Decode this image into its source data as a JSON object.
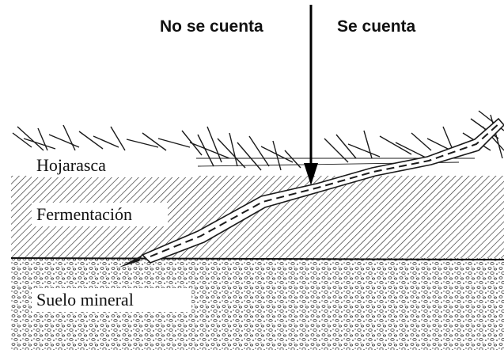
{
  "header": {
    "left_label": "No se cuenta",
    "right_label": "Se cuenta"
  },
  "layers": [
    {
      "label": "Hojarasca"
    },
    {
      "label": "Fermentación"
    },
    {
      "label": "Suelo mineral"
    }
  ],
  "colors": {
    "ink": "#1a1a1a",
    "background": "#ffffff"
  }
}
